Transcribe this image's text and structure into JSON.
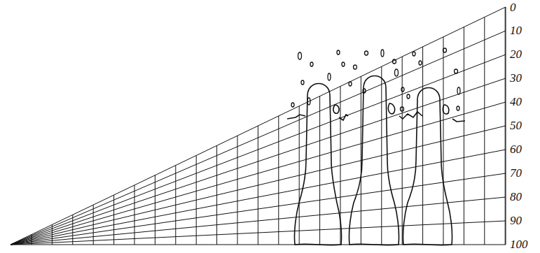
{
  "diagram": {
    "labels": [
      "0",
      "10",
      "20",
      "30",
      "40",
      "50",
      "60",
      "70",
      "80",
      "90",
      "100"
    ]
  }
}
